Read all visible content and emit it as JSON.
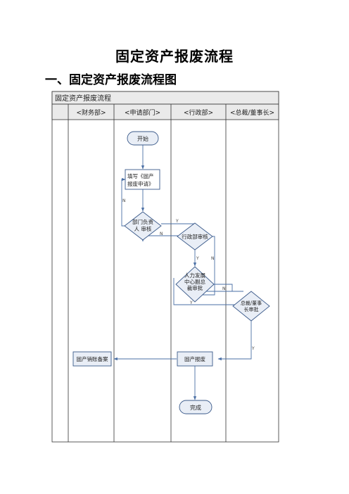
{
  "document": {
    "title": "固定资产报废流程",
    "section_heading": "一、固定资产报废流程图"
  },
  "flowchart": {
    "table_title": "固定资产报废流程",
    "lanes": [
      "<财务部>",
      "<申请部门>",
      "<行政部>",
      "<总裁/董事长>"
    ],
    "nodes": {
      "start": "开始",
      "fill_form": [
        "填写《固产",
        "报废申请》"
      ],
      "dept_review": [
        "部门负责",
        "人 审核"
      ],
      "admin_review": "行政部审核",
      "hr_review": [
        "人力发展",
        "中心副总",
        "裁审批"
      ],
      "ceo_review": [
        "总裁/董事",
        "长审批"
      ],
      "scrap": "固产报废",
      "finance_record": "固产销账备案",
      "end": "完成"
    },
    "edge_labels": {
      "yes": "Y",
      "no": "N"
    }
  },
  "colors": {
    "flow_line": "#4a6fa5",
    "node_border": "#3b5a8a",
    "node_fill": "#e9eef6",
    "grid_line": "#333333",
    "header_fill": "#eaeaea"
  }
}
